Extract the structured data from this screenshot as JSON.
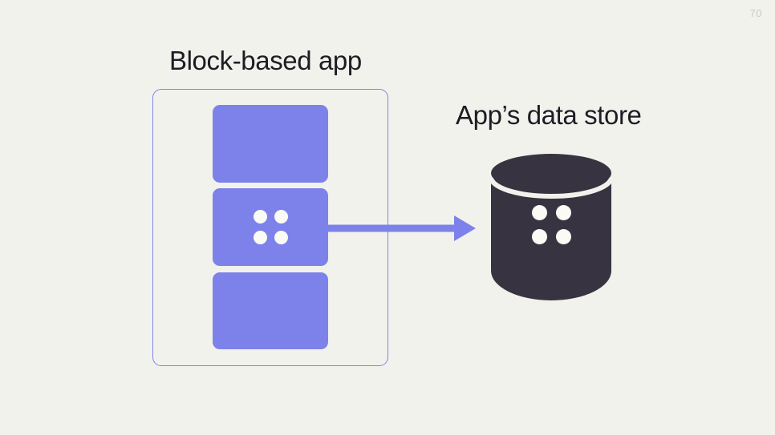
{
  "slide": {
    "page_number": "70",
    "background_color": "#f1f2ec",
    "accent_color": "#7d82ea",
    "dark_color": "#383340",
    "text_color": "#1e1c24"
  },
  "app_section": {
    "title": "Block-based app",
    "container_name": "block-based-app-container",
    "blocks": [
      {
        "label": "",
        "has_data_dots": false
      },
      {
        "label": "",
        "has_data_dots": true
      },
      {
        "label": "",
        "has_data_dots": false
      }
    ]
  },
  "store_section": {
    "title": "App’s data store",
    "icon": "database-cylinder-icon",
    "has_data_dots": true
  },
  "connection": {
    "icon": "arrow-right-icon",
    "from": "block-2",
    "to": "data-store"
  }
}
